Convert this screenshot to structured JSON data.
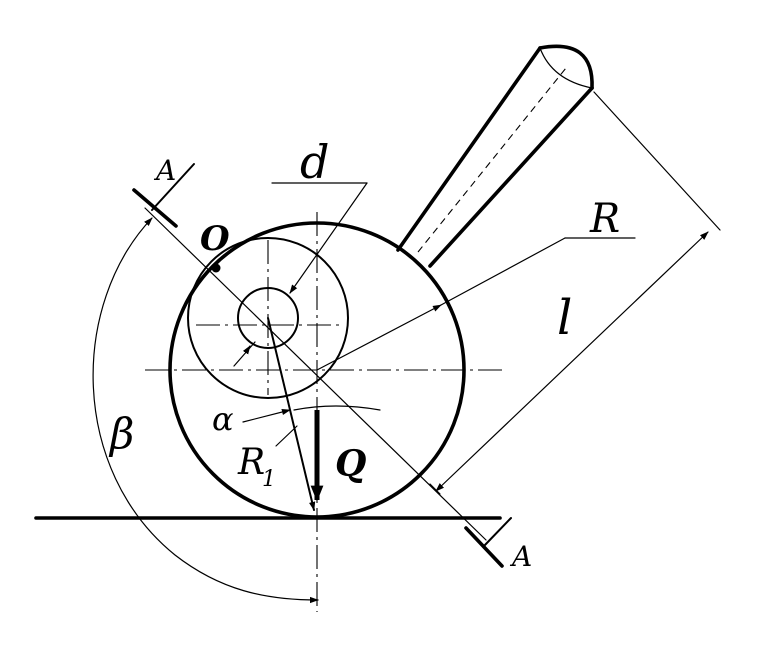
{
  "labels": {
    "section_top": "A",
    "section_bottom": "A",
    "point_o": "O",
    "diameter": "d",
    "radius": "R",
    "length": "l",
    "angle_beta": "β",
    "angle_alpha": "α",
    "radius_r1": "R",
    "radius_r1_sub": "1",
    "force": "Q"
  }
}
